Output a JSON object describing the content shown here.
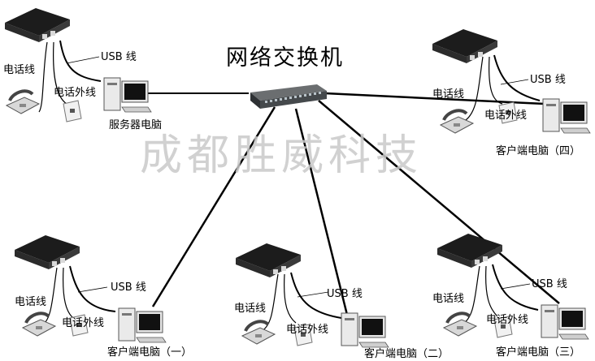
{
  "title": "网络交换机",
  "watermark": "成都胜威科技",
  "labels": {
    "phone_line": "电话线",
    "usb_line": "USB 线",
    "outside_line": "电话外线",
    "server": "服务器电脑",
    "client_1": "客户端电脑（一）",
    "client_2": "客户端电脑（二）",
    "client_3": "客户端电脑（三）",
    "client_4": "客户端电脑（四）"
  },
  "icons": [
    "network-switch-icon",
    "recording-box-icon",
    "telephone-icon",
    "wall-jack-icon",
    "computer-icon"
  ]
}
